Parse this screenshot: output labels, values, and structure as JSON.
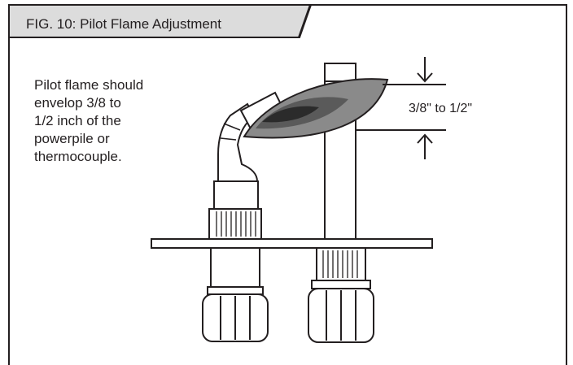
{
  "figure": {
    "title": "FIG. 10:  Pilot Flame Adjustment",
    "caption_lines": [
      "Pilot flame should",
      "envelop 3/8 to",
      "1/2 inch of the",
      "powerpile or",
      "thermocouple."
    ],
    "measurement_label": "3/8\" to 1/2\""
  },
  "colors": {
    "frame": "#231f20",
    "title_tab": "#dcdcdc",
    "flame_outer": "#8a8a8a",
    "flame_mid": "#5a5a5a",
    "flame_inner": "#2b2b2b",
    "line": "#231f20"
  }
}
